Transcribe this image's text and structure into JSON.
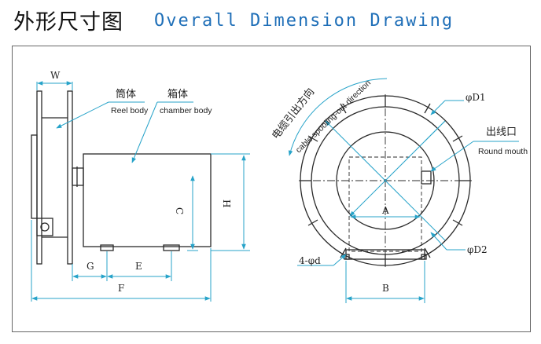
{
  "header": {
    "title_cn": "外形尺寸图",
    "title_en": "Overall Dimension Drawing"
  },
  "side_view": {
    "w_label": "W",
    "reel_body_cn": "筒体",
    "reel_body_en": "Reel body",
    "chamber_body_cn": "箱体",
    "chamber_body_en": "chamber body",
    "h_label": "H",
    "c_label": "C",
    "g_label": "G",
    "e_label": "E",
    "f_label": "F"
  },
  "front_view": {
    "direction_cn": "电缆引出方向",
    "direction_en": "cable spooling-out direction",
    "d1_label": "φD1",
    "outlet_cn": "出线口",
    "outlet_en": "Round mouth",
    "a_label": "A",
    "b_label": "B",
    "holes_label": "4-φd",
    "d2_label": "φD2"
  },
  "colors": {
    "dimension": "#27a3c9",
    "title_en": "#1f6fb8",
    "ink": "#2a2a2a"
  }
}
